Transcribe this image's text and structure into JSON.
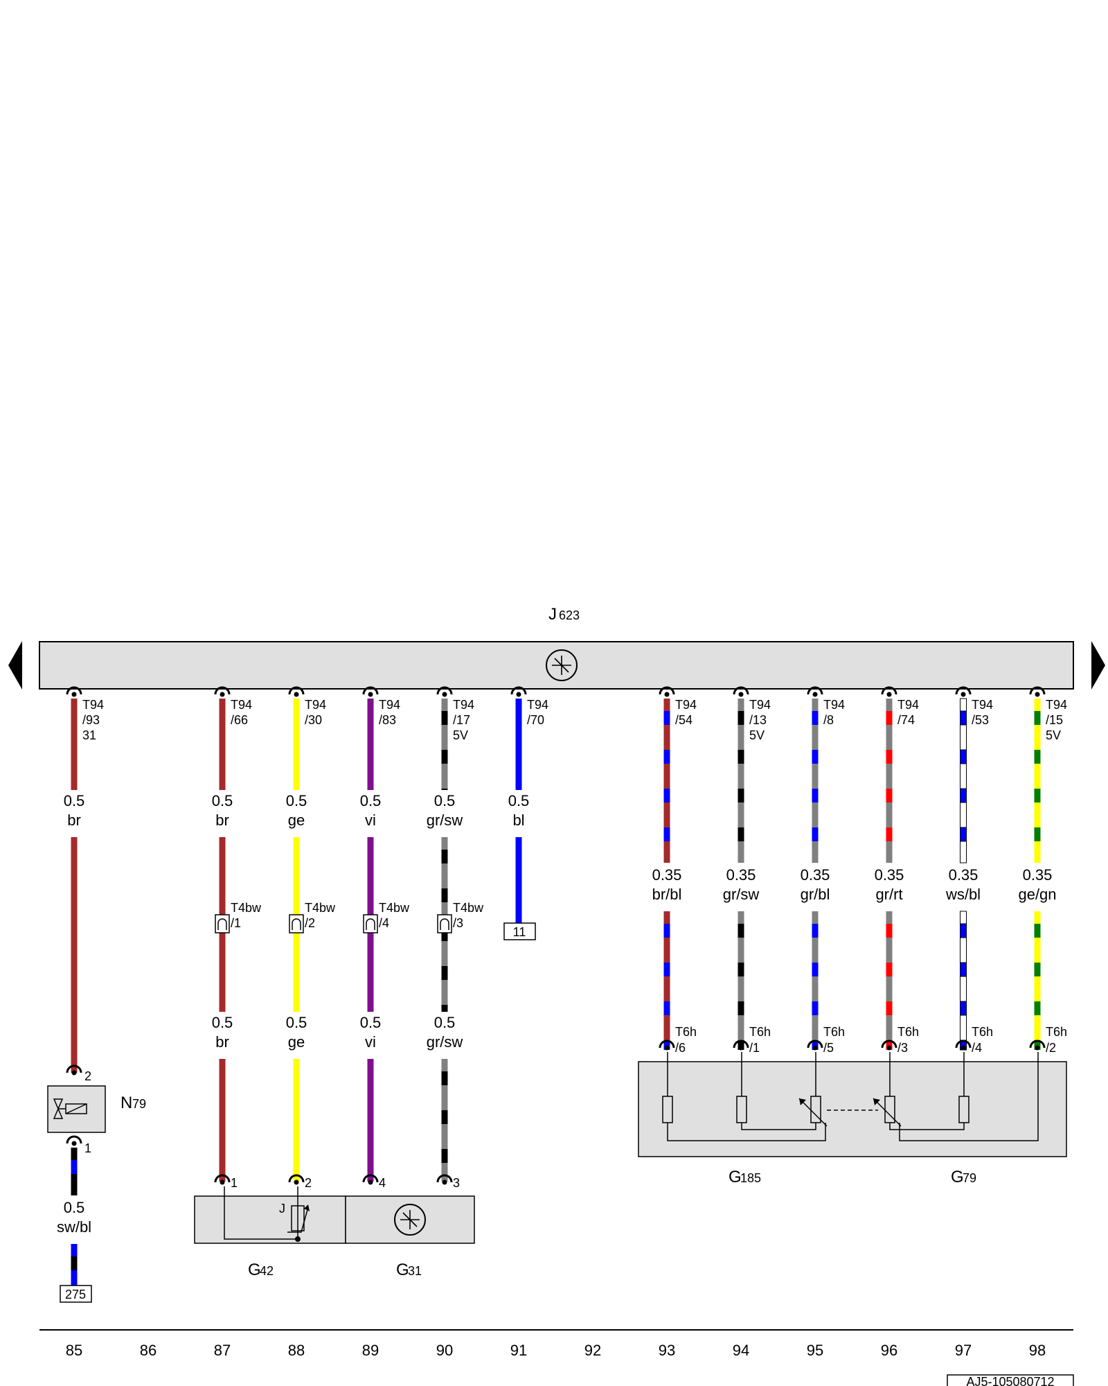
{
  "control_unit": {
    "name_prefix": "J",
    "name_suffix": "623"
  },
  "wires": [
    {
      "col": 0,
      "pin": [
        "T94",
        "/93",
        "31"
      ],
      "spec": [
        "0.5",
        "br"
      ],
      "colors": [
        "br"
      ]
    },
    {
      "col": 2,
      "pin": [
        "T94",
        "/66"
      ],
      "spec": [
        "0.5",
        "br"
      ],
      "colors": [
        "br"
      ]
    },
    {
      "col": 3,
      "pin": [
        "T94",
        "/30"
      ],
      "spec": [
        "0.5",
        "ge"
      ],
      "colors": [
        "ge"
      ]
    },
    {
      "col": 4,
      "pin": [
        "T94",
        "/83"
      ],
      "spec": [
        "0.5",
        "vi"
      ],
      "colors": [
        "vi"
      ]
    },
    {
      "col": 5,
      "pin": [
        "T94",
        "/17",
        "5V"
      ],
      "spec": [
        "0.5",
        "gr/sw"
      ],
      "colors": [
        "gr",
        "sw"
      ]
    },
    {
      "col": 6,
      "pin": [
        "T94",
        "/70"
      ],
      "spec": [
        "0.5",
        "bl"
      ],
      "colors": [
        "bl"
      ]
    },
    {
      "col": 8,
      "pin": [
        "T94",
        "/54"
      ],
      "spec": [
        "0.35",
        "br/bl"
      ],
      "colors": [
        "br",
        "bl"
      ]
    },
    {
      "col": 9,
      "pin": [
        "T94",
        "/13",
        "5V"
      ],
      "spec": [
        "0.35",
        "gr/sw"
      ],
      "colors": [
        "gr",
        "sw"
      ]
    },
    {
      "col": 10,
      "pin": [
        "T94",
        "/8"
      ],
      "spec": [
        "0.35",
        "gr/bl"
      ],
      "colors": [
        "gr",
        "bl"
      ]
    },
    {
      "col": 11,
      "pin": [
        "T94",
        "/74"
      ],
      "spec": [
        "0.35",
        "gr/rt"
      ],
      "colors": [
        "gr",
        "rt"
      ]
    },
    {
      "col": 12,
      "pin": [
        "T94",
        "/53"
      ],
      "spec": [
        "0.35",
        "ws/bl"
      ],
      "colors": [
        "ws",
        "bl"
      ]
    },
    {
      "col": 13,
      "pin": [
        "T94",
        "/15",
        "5V"
      ],
      "spec": [
        "0.35",
        "ge/gn"
      ],
      "colors": [
        "ge",
        "gn"
      ]
    }
  ],
  "lower_specs": [
    {
      "col": 2,
      "spec": [
        "0.5",
        "br"
      ],
      "colors": [
        "br"
      ]
    },
    {
      "col": 3,
      "spec": [
        "0.5",
        "ge"
      ],
      "colors": [
        "ge"
      ]
    },
    {
      "col": 4,
      "spec": [
        "0.5",
        "vi"
      ],
      "colors": [
        "vi"
      ]
    },
    {
      "col": 5,
      "spec": [
        "0.5",
        "gr/sw"
      ],
      "colors": [
        "gr",
        "sw"
      ]
    },
    {
      "col": 0,
      "spec": [
        "0.5",
        "sw/bl"
      ],
      "colors": [
        "sw",
        "bl"
      ]
    }
  ],
  "connectors_t4bw": [
    {
      "col": 2,
      "label": [
        "T4bw",
        "/1"
      ]
    },
    {
      "col": 3,
      "label": [
        "T4bw",
        "/2"
      ]
    },
    {
      "col": 4,
      "label": [
        "T4bw",
        "/4"
      ]
    },
    {
      "col": 5,
      "label": [
        "T4bw",
        "/3"
      ]
    }
  ],
  "connectors_t6h": [
    {
      "col": 8,
      "label": [
        "T6h",
        "/6"
      ]
    },
    {
      "col": 9,
      "label": [
        "T6h",
        "/1"
      ]
    },
    {
      "col": 10,
      "label": [
        "T6h",
        "/5"
      ]
    },
    {
      "col": 11,
      "label": [
        "T6h",
        "/3"
      ]
    },
    {
      "col": 12,
      "label": [
        "T6h",
        "/4"
      ]
    },
    {
      "col": 13,
      "label": [
        "T6h",
        "/2"
      ]
    }
  ],
  "refs": {
    "wire_bl_ref": "11",
    "wire_swbl_ref": "275"
  },
  "components": {
    "n79": {
      "prefix": "N",
      "suffix": "79",
      "pin_top": "2",
      "pin_bottom": "1"
    },
    "g42": {
      "prefix": "G",
      "suffix": "42",
      "inner_label": "J"
    },
    "g31": {
      "prefix": "G",
      "suffix": "31"
    },
    "g42_pins": [
      "1",
      "2",
      "4",
      "3"
    ],
    "g185": {
      "prefix": "G",
      "suffix": "185"
    },
    "g79": {
      "prefix": "G",
      "suffix": "79"
    }
  },
  "column_numbers": [
    "85",
    "86",
    "87",
    "88",
    "89",
    "90",
    "91",
    "92",
    "93",
    "94",
    "95",
    "96",
    "97",
    "98"
  ],
  "footer_code": "AJ5-105080712",
  "wire_colors": {
    "br": "#a52a2a",
    "ge": "#ffff00",
    "vi": "#7f0f8c",
    "gr": "#808080",
    "sw": "#000000",
    "bl": "#0000ff",
    "rt": "#ff0000",
    "ws": "#ffffff",
    "gn": "#008000"
  },
  "panel_fill": "#e0e0e0"
}
